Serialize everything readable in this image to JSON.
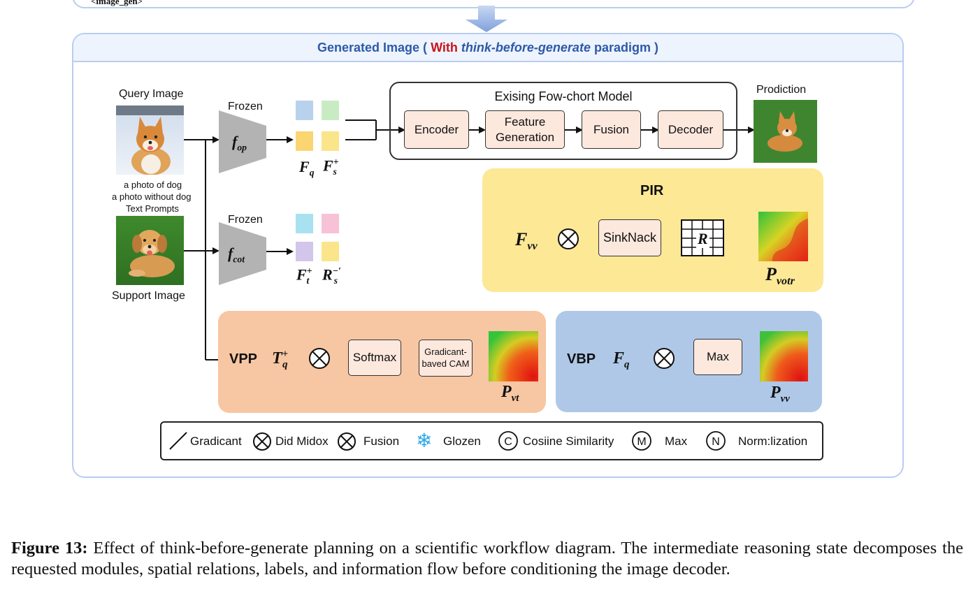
{
  "top_panel": {
    "tag": "<image_gen>"
  },
  "panel": {
    "header": {
      "prefix": "Generated Image (",
      "with": "With",
      "paradigm_italic": "think-before-generate",
      "suffix": "paradigm )"
    }
  },
  "diagram": {
    "query_image_label": "Query Image",
    "support_image_label": "Support Image",
    "text_prompts": [
      "a photo of dog",
      "a photo without dog",
      "Text Prompts"
    ],
    "frozen_label_1": "Frozen",
    "frozen_label_2": "Frozen",
    "encoder_top": {
      "base": "f",
      "sub": "op"
    },
    "encoder_bottom": {
      "base": "f",
      "sub": "cot"
    },
    "feat_top": [
      {
        "base": "F",
        "sub": "q",
        "sup": ""
      },
      {
        "base": "F",
        "sub": "s",
        "sup": "+"
      }
    ],
    "feat_bottom": [
      {
        "base": "F",
        "sub": "t",
        "sup": "+"
      },
      {
        "base": "R",
        "sub": "s",
        "sup": "−′"
      }
    ],
    "square_colors": {
      "top": [
        "#b8d2ee",
        "#c9ebc4",
        "#fbd572",
        "#fbe58a"
      ],
      "bottom": [
        "#a8e1ef",
        "#f7c2d6",
        "#d2c6ea",
        "#fbe58a"
      ]
    },
    "flowchart": {
      "title": "Exising Fow-chort Model",
      "boxes": [
        "Encoder",
        "Feature Generation",
        "Fusion",
        "Decoder"
      ]
    },
    "prediction_label": "Prodiction",
    "pir": {
      "title": "PIR",
      "input": {
        "base": "F",
        "sub": "vv"
      },
      "op_box": "SinkNack",
      "matrix": "R",
      "output": {
        "base": "P",
        "sub": "votr"
      },
      "color": "#fde896"
    },
    "vpp": {
      "title": "VPP",
      "input": {
        "base": "T",
        "sub": "q",
        "sup": "+"
      },
      "boxes": [
        "Softmax",
        "Gradicant-baved CAM"
      ],
      "output": {
        "base": "P",
        "sub": "vt"
      },
      "color": "#f7c6a2"
    },
    "vbp": {
      "title": "VBP",
      "input": {
        "base": "F",
        "sub": "q"
      },
      "box": "Max",
      "output": {
        "base": "P",
        "sub": "vv"
      },
      "color": "#afc8e8"
    }
  },
  "legend": {
    "items": [
      {
        "icon": "slash",
        "label": "Gradicant"
      },
      {
        "icon": "otimes",
        "label": "Did Midox"
      },
      {
        "icon": "otimes",
        "label": "Fusion"
      },
      {
        "icon": "snowflake",
        "label": "Glozen"
      },
      {
        "icon": "C",
        "label": "Cosiine Similarity"
      },
      {
        "icon": "M",
        "label": "Max"
      },
      {
        "icon": "N",
        "label": "Norm:lization"
      }
    ]
  },
  "caption": {
    "label": "Figure 13:",
    "text": "Effect of think-before-generate planning on a scientific workflow diagram. The intermediate reasoning state decomposes the requested modules, spatial relations, labels, and information flow before conditioning the image decoder."
  }
}
